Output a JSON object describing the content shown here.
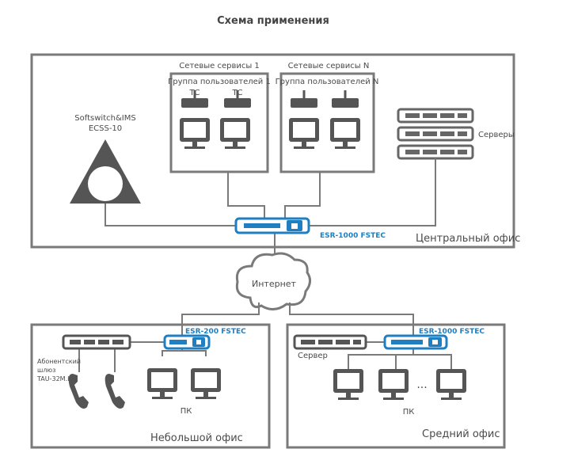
{
  "title": "Схема применения",
  "central": {
    "office_label": "Центральный офис",
    "services1_title": "Сетевые сервисы 1",
    "servicesN_title": "Сетевые сервисы N",
    "group1_label": "Группа пользователей 1",
    "groupN_label": "Группа пользователей N",
    "tc_label": "ТС",
    "softswitch_line1": "Softswitch&IMS",
    "softswitch_line2": "ECSS-10",
    "servers_label": "Серверы",
    "router_label": "ESR-1000 FSTEC"
  },
  "internet_label": "Интернет",
  "small": {
    "office_label": "Небольшой офис",
    "router_label": "ESR-200 FSTEC",
    "gateway_line1": "Абонентский",
    "gateway_line2": "шлюз",
    "gateway_line3": "TAU-32M.IP",
    "pc_label": "ПК"
  },
  "medium": {
    "office_label": "Средний офис",
    "router_label": "ESR-1000 FSTEC",
    "server_label": "Сервер",
    "pc_label": "ПК",
    "ellipsis": "..."
  },
  "colors": {
    "accent": "#1f7fc1",
    "frame": "#7a7a7a",
    "device": "#555555"
  }
}
